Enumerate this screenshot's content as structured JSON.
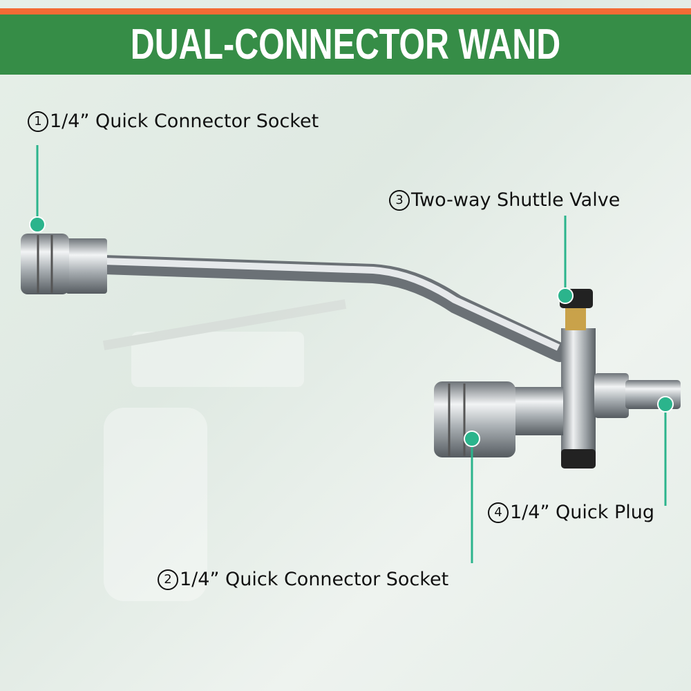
{
  "banner": {
    "title": "DUAL-CONNECTOR WAND"
  },
  "callouts": [
    {
      "num": "1",
      "text": "1/4” Quick Connector Socket"
    },
    {
      "num": "2",
      "text": "1/4” Quick Connector Socket"
    },
    {
      "num": "3",
      "text": "Two-way Shuttle Valve"
    },
    {
      "num": "4",
      "text": "1/4” Quick Plug"
    }
  ],
  "colors": {
    "banner": "#368d47",
    "stripe": "#f26b35",
    "callout": "#2bb48c"
  }
}
